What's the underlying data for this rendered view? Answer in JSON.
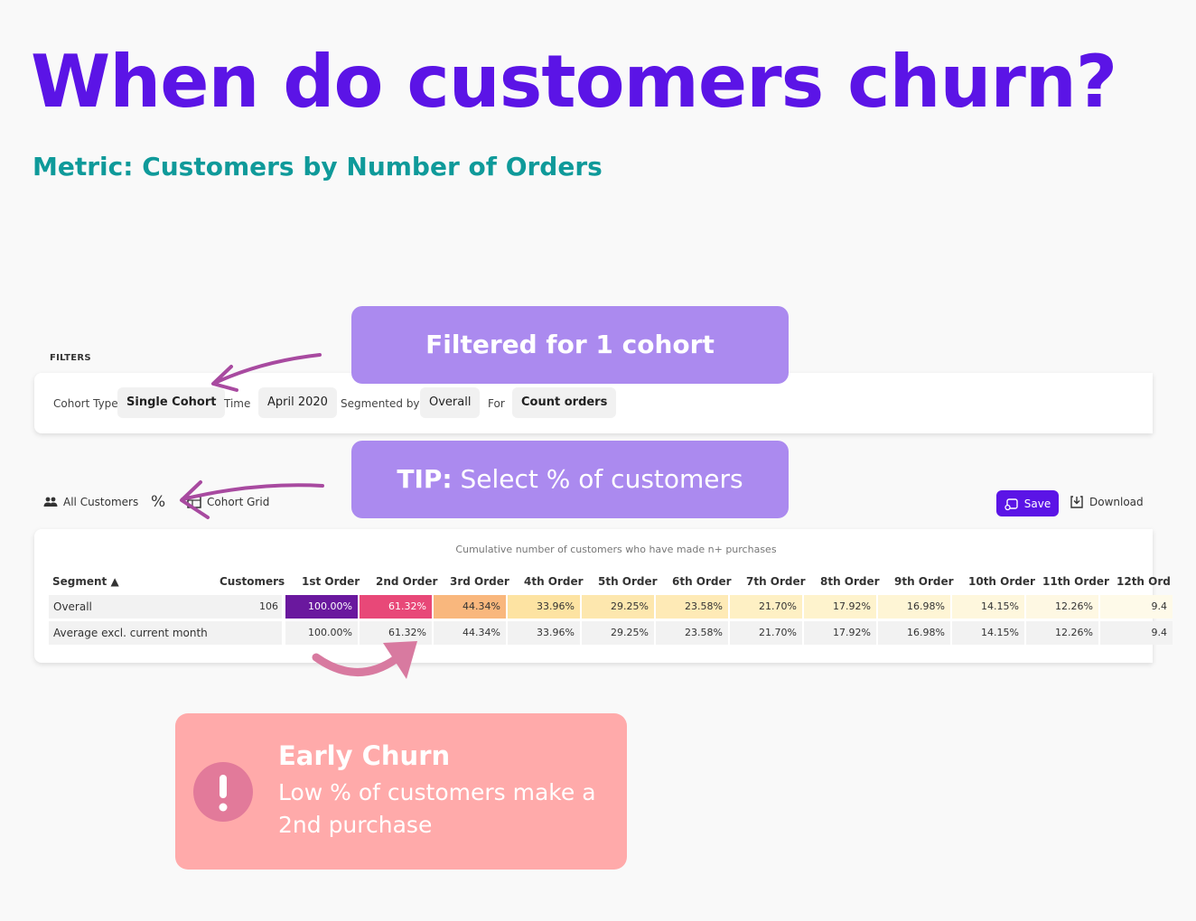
{
  "headline": "When do customers churn?",
  "subtitle": "Metric: Customers by Number of Orders",
  "callouts": {
    "filtered": "Filtered for 1 cohort",
    "tip_strong": "TIP:",
    "tip_text": " Select % of customers"
  },
  "filters": {
    "section_label": "FILTERS",
    "cohort_type_label": "Cohort Type",
    "cohort_type_value": "Single Cohort",
    "time_label": "Time",
    "time_value": "April 2020",
    "segmented_label": "Segmented by",
    "segmented_value": "Overall",
    "for_label": "For",
    "for_value": "Count orders"
  },
  "toolbar": {
    "all_customers": "All Customers",
    "percent_toggle": "%",
    "cohort_grid": "Cohort Grid",
    "save": "Save",
    "download": "Download"
  },
  "grid": {
    "caption": "Cumulative number of customers who have made n+ purchases",
    "headers": {
      "segment": "Segment ▲",
      "customers": "Customers",
      "orders": [
        "1st Order",
        "2nd Order",
        "3rd Order",
        "4th Order",
        "5th Order",
        "6th Order",
        "7th Order",
        "8th Order",
        "9th Order",
        "10th Order",
        "11th Order",
        "12th Ord"
      ]
    },
    "rows": [
      {
        "segment": "Overall",
        "customers": "106",
        "values": [
          "100.00%",
          "61.32%",
          "44.34%",
          "33.96%",
          "29.25%",
          "23.58%",
          "21.70%",
          "17.92%",
          "16.98%",
          "14.15%",
          "12.26%",
          "9.4"
        ]
      },
      {
        "segment": "Average excl. current month",
        "customers": "",
        "values": [
          "100.00%",
          "61.32%",
          "44.34%",
          "33.96%",
          "29.25%",
          "23.58%",
          "21.70%",
          "17.92%",
          "16.98%",
          "14.15%",
          "12.26%",
          "9.4"
        ]
      }
    ],
    "heat_colors": [
      "#6a189e",
      "#e84878",
      "#f9b77d",
      "#fde3a2",
      "#fde7ae",
      "#feeab6",
      "#fef0c4",
      "#fef3cd",
      "#fef5d5",
      "#fef7dd",
      "#fef8e3",
      "#fefae9"
    ],
    "heat_text_colors": [
      "#ffffff",
      "#ffffff",
      "#333333",
      "#333333",
      "#333333",
      "#333333",
      "#333333",
      "#333333",
      "#333333",
      "#333333",
      "#333333",
      "#333333"
    ]
  },
  "early_churn": {
    "title": "Early Churn",
    "text": "Low % of customers make a 2nd purchase"
  },
  "colors": {
    "brand_purple": "#5b14e6",
    "teal": "#0f9a9a",
    "callout_purple": "#ab8aef",
    "arrow_purple": "#a84aa0",
    "arrow_pink": "#d87aa0",
    "alert_pink": "#ffaaaa"
  }
}
